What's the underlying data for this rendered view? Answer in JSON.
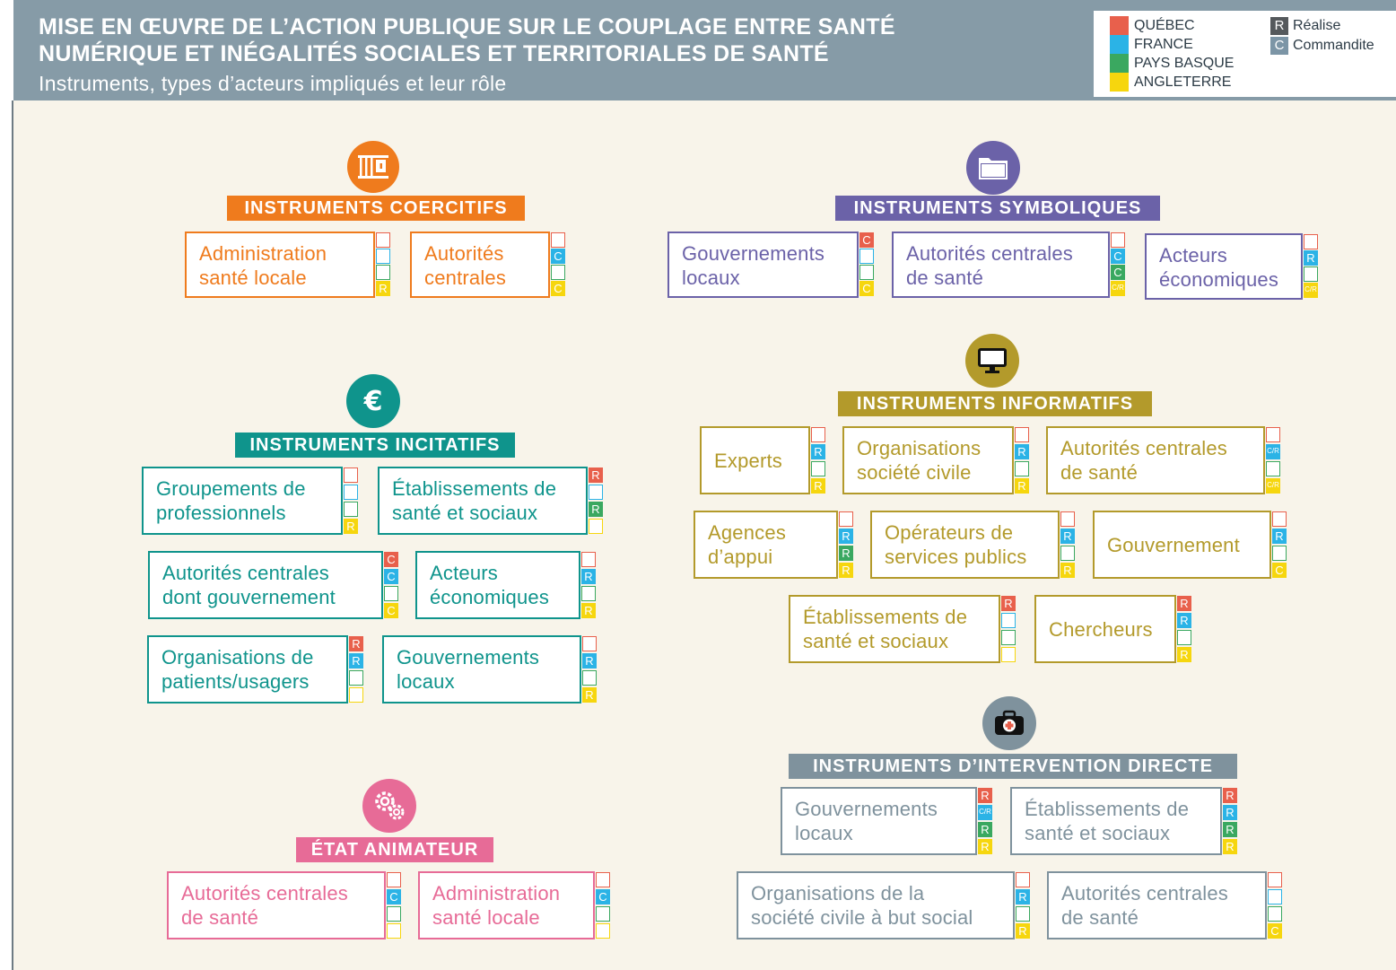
{
  "header": {
    "title_line1": "MISE EN ŒUVRE DE L’ACTION PUBLIQUE SUR LE COUPLAGE ENTRE SANTÉ",
    "title_line2": "NUMÉRIQUE ET INÉGALITÉS SOCIALES ET TERRITORIALES DE SANTÉ",
    "subtitle": "Instruments, types d’acteurs impliqués et leur rôle"
  },
  "legend": {
    "countries": [
      {
        "label": "QUÉBEC",
        "color": "#e8604c"
      },
      {
        "label": "FRANCE",
        "color": "#2bb3e6"
      },
      {
        "label": "PAYS BASQUE",
        "color": "#3aa860"
      },
      {
        "label": "ANGLETERRE",
        "color": "#f6d60e"
      }
    ],
    "roles": [
      {
        "code": "R",
        "label": "Réalise",
        "color": "#55595c"
      },
      {
        "code": "C",
        "label": "Commandite",
        "color": "#7c95a6"
      }
    ]
  },
  "sections": [
    {
      "id": "coercitifs",
      "title": "INSTRUMENTS COERCITIFS",
      "color": "#ef7b1d",
      "icon": "prison-bars-icon",
      "cards": [
        {
          "text": "Administration\nsanté locale",
          "marks": [
            "",
            "",
            "",
            "R"
          ]
        },
        {
          "text": "Autorités\ncentrales",
          "marks": [
            "",
            "C",
            "",
            "C"
          ]
        }
      ]
    },
    {
      "id": "symboliques",
      "title": "INSTRUMENTS SYMBOLIQUES",
      "color": "#6b62a8",
      "icon": "folder-icon",
      "cards": [
        {
          "text": "Gouvernements\nlocaux",
          "marks": [
            "C",
            "",
            "",
            "C"
          ]
        },
        {
          "text": "Autorités centrales\nde santé",
          "marks": [
            "",
            "C",
            "C",
            "C/R"
          ]
        },
        {
          "text": "Acteurs\néconomiques",
          "marks": [
            "",
            "R",
            "",
            "C/R"
          ]
        }
      ]
    },
    {
      "id": "incitatifs",
      "title": "INSTRUMENTS INCITATIFS",
      "color": "#0f948c",
      "icon": "euro-icon",
      "cards": [
        {
          "text": "Groupements de\nprofessionnels",
          "marks": [
            "",
            "",
            "",
            "R"
          ]
        },
        {
          "text": "Établissements de\nsanté et sociaux",
          "marks": [
            "R",
            "",
            "R",
            ""
          ]
        },
        {
          "text": "Autorités centrales\ndont gouvernement",
          "marks": [
            "C",
            "C",
            "",
            "C"
          ]
        },
        {
          "text": "Acteurs\néconomiques",
          "marks": [
            "",
            "R",
            "",
            "R"
          ]
        },
        {
          "text": "Organisations de\npatients/usagers",
          "marks": [
            "R",
            "R",
            "",
            ""
          ]
        },
        {
          "text": "Gouvernements\nlocaux",
          "marks": [
            "",
            "R",
            "",
            "R"
          ]
        }
      ]
    },
    {
      "id": "informatifs",
      "title": "INSTRUMENTS INFORMATIFS",
      "color": "#b39a2b",
      "icon": "monitor-icon",
      "cards": [
        {
          "text": "Experts",
          "marks": [
            "",
            "R",
            "",
            "R"
          ]
        },
        {
          "text": "Organisations\nsociété civile",
          "marks": [
            "",
            "R",
            "",
            "R"
          ]
        },
        {
          "text": "Autorités centrales\nde santé",
          "marks": [
            "",
            "C/R",
            "",
            "C/R"
          ]
        },
        {
          "text": "Agences\nd’appui",
          "marks": [
            "",
            "R",
            "R",
            "R"
          ]
        },
        {
          "text": "Opérateurs de\nservices publics",
          "marks": [
            "",
            "R",
            "",
            "R"
          ]
        },
        {
          "text": "Gouvernement",
          "marks": [
            "",
            "R",
            "",
            "C"
          ]
        },
        {
          "text": "Établissements de\nsanté et sociaux",
          "marks": [
            "R",
            "",
            "",
            ""
          ]
        },
        {
          "text": "Chercheurs",
          "marks": [
            "R",
            "R",
            "",
            "R"
          ]
        }
      ]
    },
    {
      "id": "etat",
      "title": "ÉTAT ANIMATEUR",
      "color": "#e76b97",
      "icon": "gears-icon",
      "cards": [
        {
          "text": "Autorités centrales\nde santé",
          "marks": [
            "",
            "C",
            "",
            ""
          ]
        },
        {
          "text": "Administration\nsanté locale",
          "marks": [
            "",
            "C",
            "",
            ""
          ]
        }
      ]
    },
    {
      "id": "intervention",
      "title": "INSTRUMENTS D’INTERVENTION DIRECTE",
      "color": "#7f929d",
      "icon": "medical-kit-icon",
      "cards": [
        {
          "text": "Gouvernements\nlocaux",
          "marks": [
            "R",
            "C/R",
            "R",
            "R"
          ]
        },
        {
          "text": "Établissements de\nsanté et sociaux",
          "marks": [
            "R",
            "R",
            "R",
            "R"
          ]
        },
        {
          "text": "Organisations de la\nsociété civile à but social",
          "marks": [
            "",
            "R",
            "",
            "R"
          ]
        },
        {
          "text": "Autorités centrales\nde santé",
          "marks": [
            "",
            "",
            "",
            "C"
          ]
        }
      ]
    }
  ]
}
